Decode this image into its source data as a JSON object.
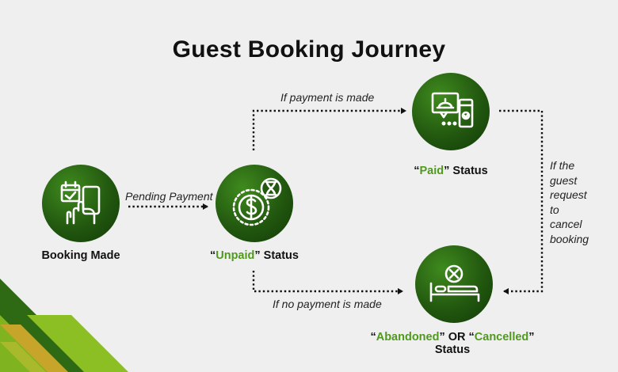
{
  "title": "Guest Booking Journey",
  "nodes": {
    "booking_made": {
      "label": "Booking Made",
      "icon": "calendar-phone-icon"
    },
    "unpaid": {
      "quote_open": "“",
      "highlight": "Unpaid",
      "quote_close": "”",
      "suffix": " Status",
      "icon": "dollar-hourglass-icon"
    },
    "paid": {
      "quote_open": "“",
      "highlight": "Paid",
      "quote_close": "”",
      "suffix": " Status",
      "icon": "reception-bell-phone-icon"
    },
    "abandoned": {
      "q1": "“",
      "highlight1": "Abandoned",
      "q2": "”",
      "middle": " OR ",
      "q3": "“",
      "highlight2": "Cancelled",
      "q4": "”",
      "line2": "Status",
      "icon": "bed-cancel-icon"
    }
  },
  "edges": {
    "pending": "Pending Payment",
    "payment_made": "If payment is made",
    "no_payment": "If no payment is made",
    "cancel": [
      "If the",
      "guest",
      "request",
      "to",
      "cancel",
      "booking"
    ]
  },
  "colors": {
    "accent": "#4f9a1c",
    "node_dark": "#22580f",
    "background": "#efefef"
  }
}
